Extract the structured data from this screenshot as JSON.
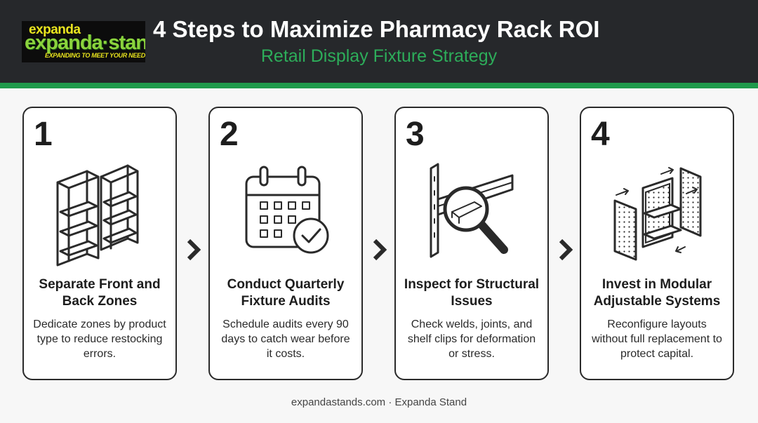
{
  "header": {
    "logo": {
      "line1": "expanda",
      "line2": "expanda·stand",
      "tagline": "EXPANDING TO MEET YOUR NEEDS"
    },
    "title": "4 Steps to Maximize Pharmacy Rack ROI",
    "subtitle": "Retail Display Fixture Strategy"
  },
  "colors": {
    "header_bg": "#26282b",
    "accent": "#1f9a4b",
    "subtitle": "#2dad5a",
    "card_border": "#2a2a2a"
  },
  "steps": [
    {
      "number": "1",
      "icon": "shelving-rack-icon",
      "title": "Separate Front and Back Zones",
      "description": "Dedicate zones by product type to reduce restocking errors."
    },
    {
      "number": "2",
      "icon": "calendar-check-icon",
      "title": "Conduct Quarterly Fixture Audits",
      "description": "Schedule audits every 90 days to catch wear before it costs."
    },
    {
      "number": "3",
      "icon": "magnifier-inspection-icon",
      "title": "Inspect for Structural Issues",
      "description": "Check welds, joints, and shelf clips for deformation or stress."
    },
    {
      "number": "4",
      "icon": "modular-system-icon",
      "title": "Invest in Modular Adjustable Systems",
      "description": "Reconfigure layouts without full replacement to protect capital."
    }
  ],
  "connector_icon": "chevron-right-icon",
  "footer": "expandastands.com · Expanda Stand"
}
